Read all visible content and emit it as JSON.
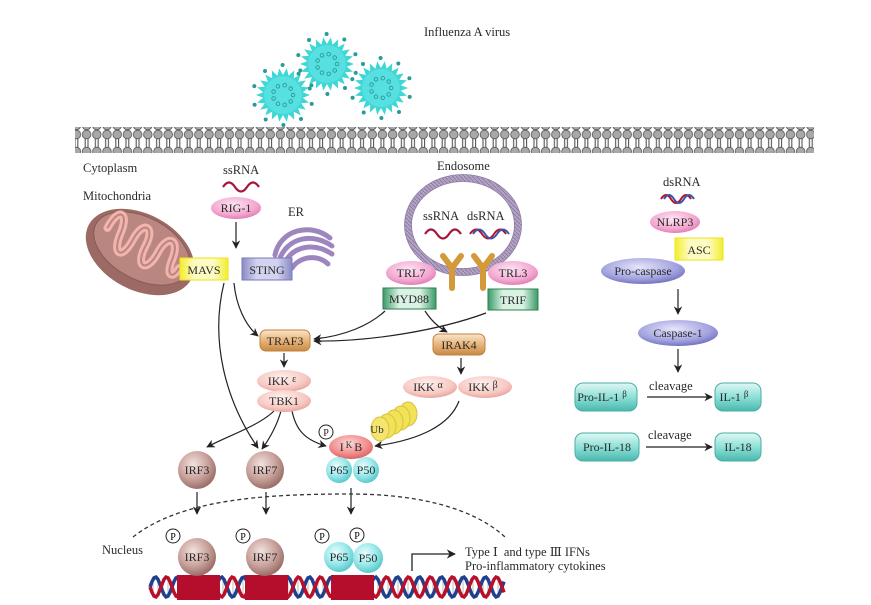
{
  "title": "Influenza A virus innate immune signaling pathways",
  "labels": {
    "virus": "Influenza A virus",
    "cytoplasm": "Cytoplasm",
    "mitochondria": "Mitochondria",
    "er": "ER",
    "endosome": "Endosome",
    "nucleus": "Nucleus",
    "ssrna_cytoplasm": "ssRNA",
    "ssrna_endosome": "ssRNA",
    "dsrna_endosome": "dsRNA",
    "dsrna_inflammasome": "dsRNA",
    "cleavage_1": "cleavage",
    "cleavage_2": "cleavage",
    "output_line1_a": "Type Ⅰ",
    "output_line1_b": "and type Ⅲ IFNs",
    "output_line2": "Pro-inflammatory cytokines",
    "phospho": "P",
    "ubiquitin": "Ub"
  },
  "nodes": {
    "rig1": "RIG-1",
    "mavs": "MAVS",
    "sting": "STING",
    "trl7": "TRL7",
    "trl3": "TRL3",
    "myd88": "MYD88",
    "trif": "TRIF",
    "traf3": "TRAF3",
    "irak4": "IRAK4",
    "ikk_epsilon": "IKK",
    "ikk_epsilon_sup": "ε",
    "tbk1": "TBK1",
    "ikk_alpha": "IKK",
    "ikk_alpha_sup": "α",
    "ikk_beta": "IKK",
    "ikk_beta_sup": "β",
    "ikb_i": "I",
    "ikb_k": "K",
    "ikb_b": "B",
    "p65_cyto": "P65",
    "p50_cyto": "P50",
    "irf3_cyto": "IRF3",
    "irf7_cyto": "IRF7",
    "irf3_nuc": "IRF3",
    "irf7_nuc": "IRF7",
    "p65_nuc": "P65",
    "p50_nuc": "P50",
    "nlrp3": "NLRP3",
    "asc": "ASC",
    "pro_caspase": "Pro-caspase",
    "caspase1": "Caspase-1",
    "pro_il1b": "Pro-IL-1",
    "pro_il1b_sup": "β",
    "il1b": "IL-1",
    "il1b_sup": "β",
    "pro_il18": "Pro-IL-18",
    "il18": "IL-18"
  },
  "colors": {
    "virus": "#3fd6d6",
    "membrane": "#9a9a9a",
    "pink_receptor": "#f2a6cf",
    "yellow_box": "#f7f25a",
    "sting_box": "#a9a9d6",
    "green_box": "#3f9d6b",
    "orange_box": "#e3b27a",
    "salmon_ellipse": "#f6c4bf",
    "ikb": "#ef7f7f",
    "cyan_ball": "#8fe3e6",
    "brown_ball": "#b88f8a",
    "purple_ellipse": "#9a9ad8",
    "teal_box": "#6fd0c6",
    "dna_red": "#b8102a",
    "dna_blue": "#1f3f8f"
  }
}
